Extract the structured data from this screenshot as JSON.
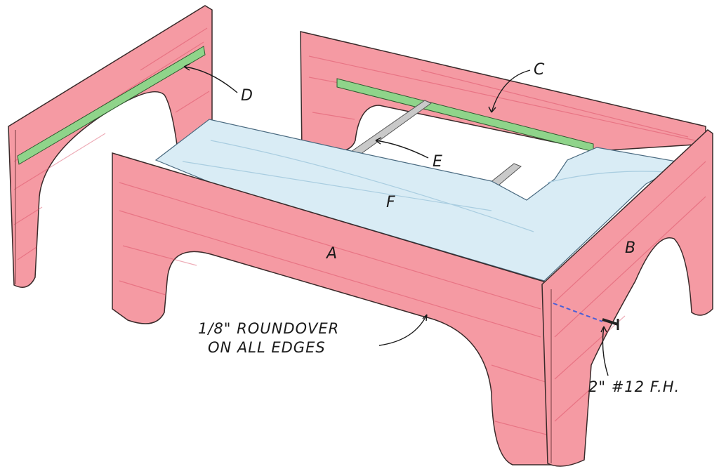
{
  "parts": {
    "A": "A",
    "B": "B",
    "C": "C",
    "D": "D",
    "E": "E",
    "F": "F"
  },
  "notes": {
    "roundover_line1": "1/8\" ROUNDOVER",
    "roundover_line2": "ON ALL EDGES",
    "screw": "2\" #12 F.H."
  },
  "colors": {
    "panel": "#f59aa3",
    "rail_green": "#8fd48a",
    "top_blue": "#d9ecf5",
    "rail_grey": "#c9c9c9",
    "screw_line": "#4a5fd6"
  }
}
